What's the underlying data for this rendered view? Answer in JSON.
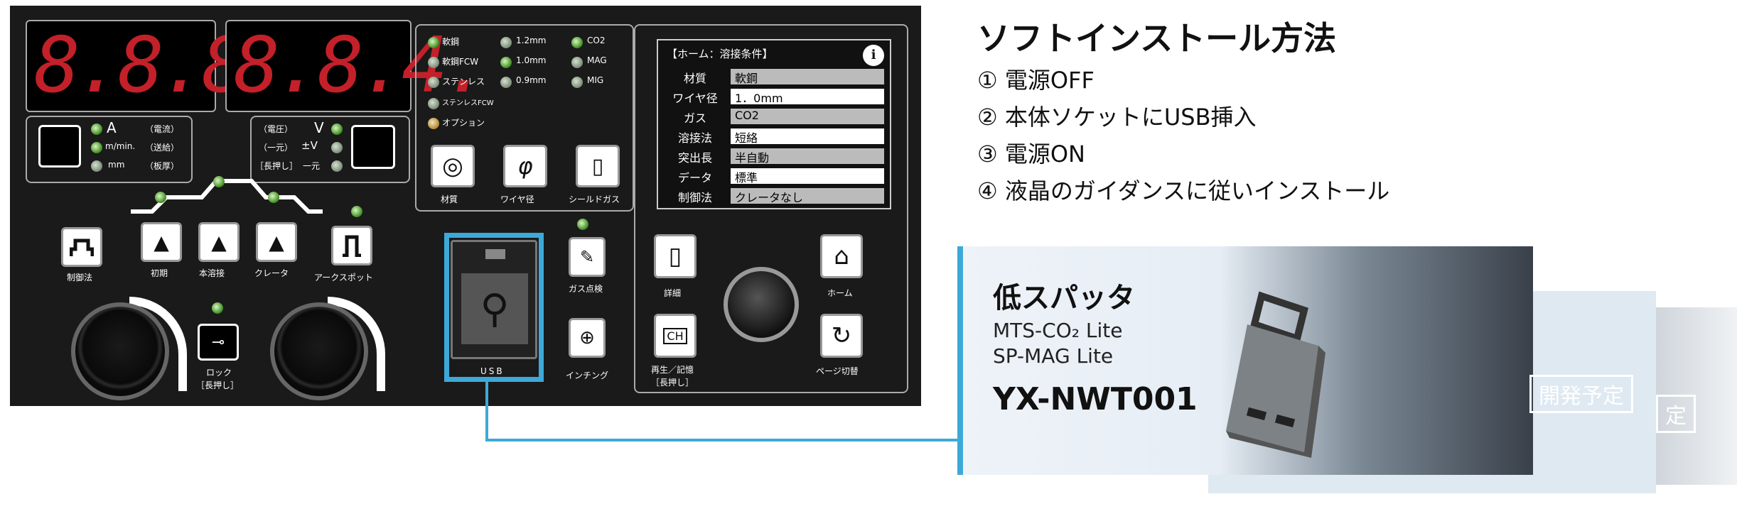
{
  "panel": {
    "display_left": "8.8.8.",
    "display_right": "8.8.4.",
    "left_units": [
      {
        "unit": "A",
        "desc": "（電流）"
      },
      {
        "unit": "m/min.",
        "desc": "（送給）"
      },
      {
        "unit": "mm",
        "desc": "（板厚）"
      }
    ],
    "right_units": [
      {
        "desc": "（電圧）",
        "unit": "V"
      },
      {
        "desc": "（一元）",
        "unit": "±V"
      },
      {
        "desc": "［長押し］",
        "unit": "一元"
      }
    ],
    "material_opts": [
      "軟鋼",
      "軟鋼FCW",
      "ステンレス",
      "ステンレスFCW",
      "オプション"
    ],
    "wire_opts": [
      "1.2mm",
      "1.0mm",
      "0.9mm"
    ],
    "gas_opts": [
      "CO2",
      "MAG",
      "MIG"
    ],
    "select_labels": [
      "材質",
      "ワイヤ径",
      "シールドガス"
    ],
    "wire_symbol": "φ",
    "buttons": {
      "control": "制御法",
      "initial": "初期",
      "main": "本溶接",
      "crater": "クレータ",
      "arc_spot": "アークスポット",
      "lock": "ロック",
      "lock_sub": "［長押し］",
      "usb": "USB",
      "gas_check": "ガス点検",
      "inching": "インチング",
      "detail": "詳細",
      "home": "ホーム",
      "playback": "再生／記憶",
      "playback_sub": "［長押し］",
      "page_switch": "ページ切替",
      "ch": "CH"
    },
    "lcd": {
      "title": "【ホーム：溶接条件】",
      "rows": [
        {
          "k": "材質",
          "v": "軟鋼"
        },
        {
          "k": "ワイヤ径",
          "v": "1．0mm"
        },
        {
          "k": "ガス",
          "v": "CO2"
        },
        {
          "k": "溶接法",
          "v": "短絡"
        },
        {
          "k": "突出長",
          "v": "半自動"
        },
        {
          "k": "データ",
          "v": "標準"
        },
        {
          "k": "制御法",
          "v": "クレータなし"
        }
      ]
    }
  },
  "install": {
    "title": "ソフトインストール方法",
    "steps": [
      "① 電源OFF",
      "② 本体ソケットにUSB挿入",
      "③ 電源ON",
      "④ 液晶のガイダンスに従いインストール"
    ]
  },
  "product": {
    "heading": "低スパッタ",
    "line1": "MTS-CO₂ Lite",
    "line2": "SP-MAG Lite",
    "model": "YX-NWT001",
    "badge1": "開発予定",
    "badge2": "定"
  },
  "colors": {
    "accent": "#3da9d8",
    "led": "#3a8a1c",
    "digit": "#c3202a"
  }
}
